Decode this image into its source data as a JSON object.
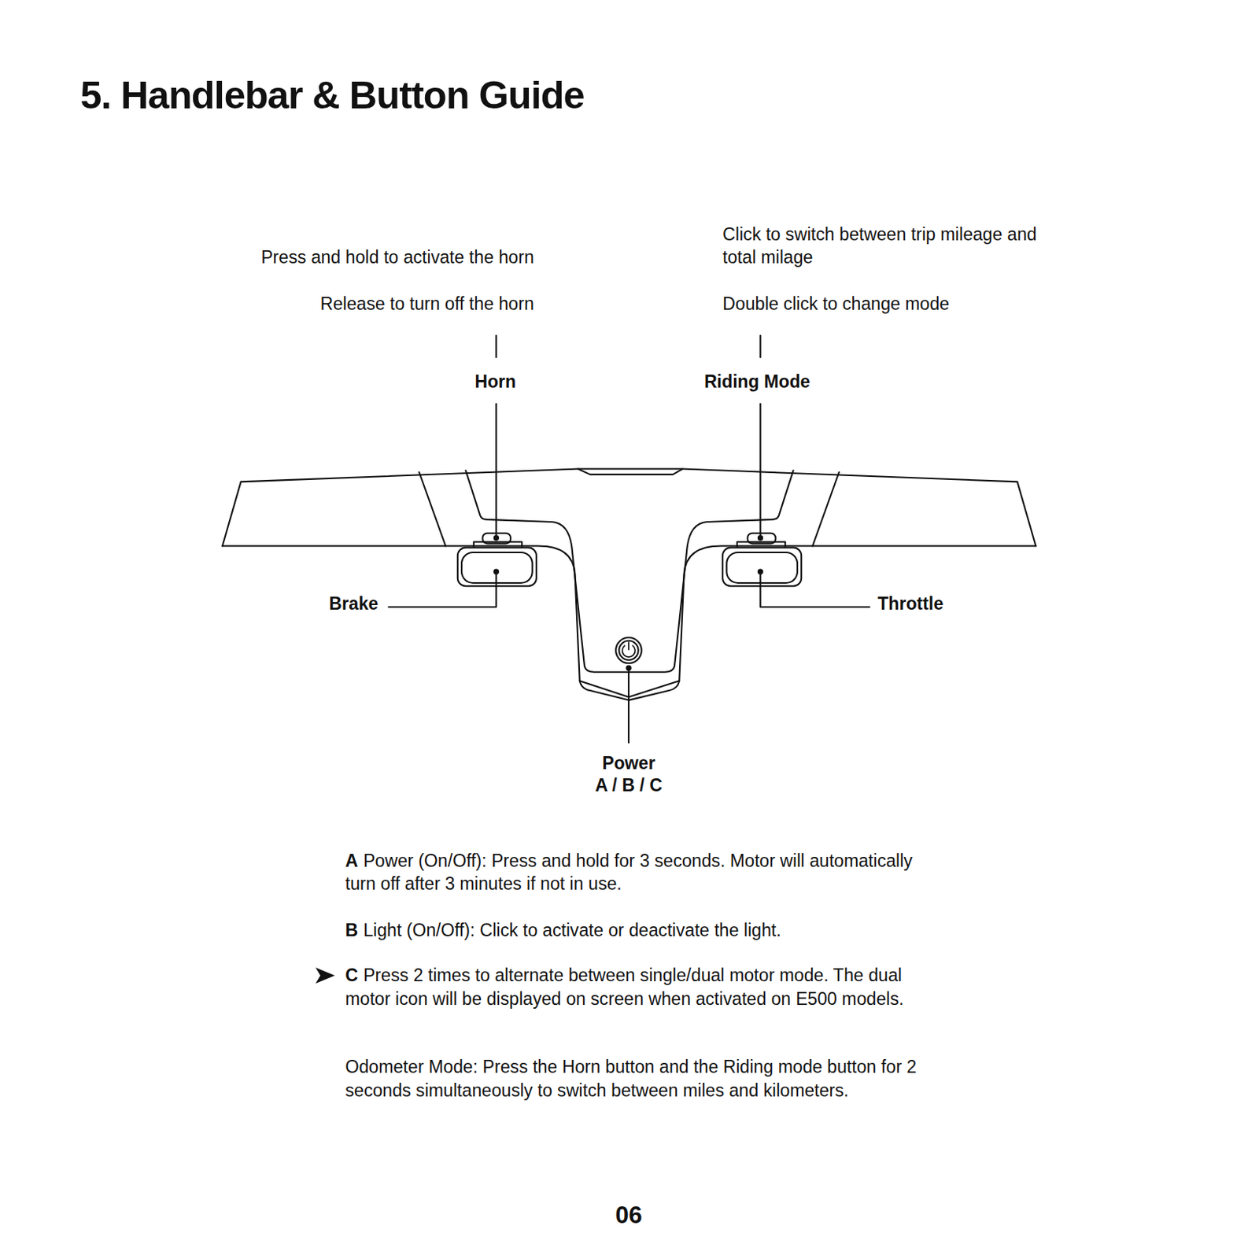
{
  "diagram": {
    "title": "5. Handlebar & Button Guide",
    "labels": [
      "Press and hold to activate the horn",
      "Click to switch between trip mileage and total milage",
      "Release to turn off the horn",
      "Double click to change mode",
      "Horn",
      "Riding Mode",
      "Brake",
      "Throttle",
      "Power",
      "A / B / C",
      "A",
      "Power (On/Off): Press and hold for 3 seconds. Motor will automatically turn off after 3 minutes if not in use.",
      "B",
      "Light (On/Off): Click to activate or deactivate the light.",
      "C",
      "Press 2 times to alternate between single/dual motor mode. The dual motor icon will be displayed on screen when activated on E500 models.",
      "Odometer Mode: Press the Horn button and the Riding mode button for 2 seconds simultaneously to switch between miles and kilometers.",
      "06"
    ]
  }
}
